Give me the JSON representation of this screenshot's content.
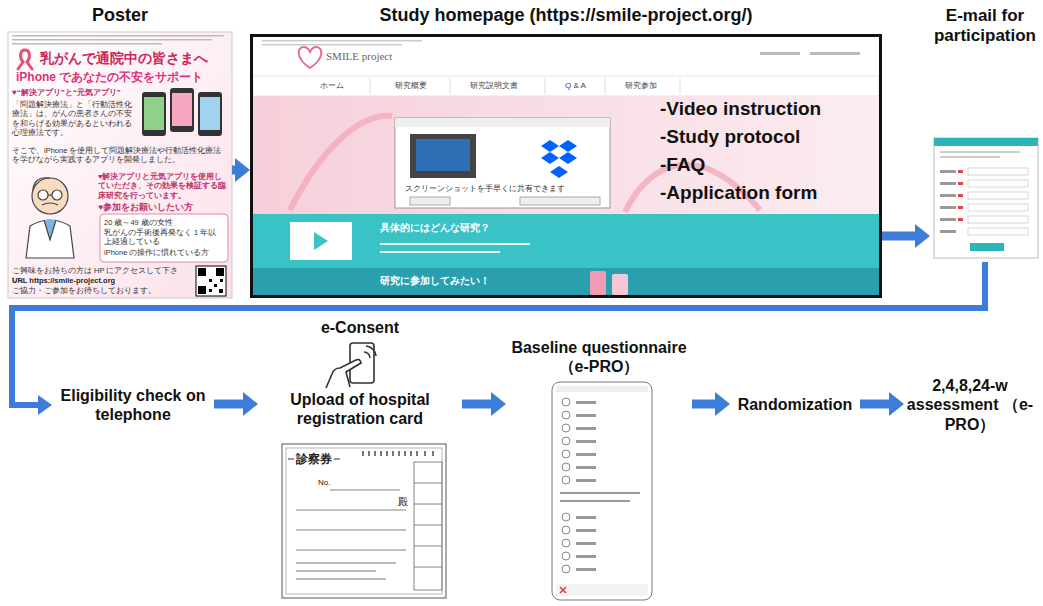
{
  "diagram": {
    "nodes": [
      {
        "text": [
          "Poster"
        ]
      },
      {
        "text": [
          "Study homepage (https://smile-project.org/)",
          "-Video instruction",
          "-Study protocol",
          "-FAQ",
          "-Application form"
        ]
      },
      {
        "text": [
          "E-mail for participation"
        ]
      },
      {
        "text": [
          "Eligibility check on telephone"
        ]
      },
      {
        "text": [
          "e-Consent",
          "Upload of hospital registration card"
        ]
      },
      {
        "text": [
          "Baseline questionnaire （e-PRO）"
        ]
      },
      {
        "text": [
          "Randomization"
        ]
      },
      {
        "text": [
          "2,4,8,24-w assessment （e-PRO）"
        ]
      }
    ],
    "edges": [
      {
        "from": 0,
        "to": 1,
        "arrow": "to"
      },
      {
        "from": 1,
        "to": 2,
        "arrow": "to"
      },
      {
        "from": 2,
        "to": 3,
        "arrow": "to"
      },
      {
        "from": 3,
        "to": 4,
        "arrow": "to"
      },
      {
        "from": 4,
        "to": 5,
        "arrow": "to"
      },
      {
        "from": 5,
        "to": 6,
        "arrow": "to"
      },
      {
        "from": 6,
        "to": 7,
        "arrow": "to"
      }
    ],
    "labels": [
      "乳がんで通院中の皆さまへ",
      "iPhone であなたの不安をサポート",
      "♥“解決アプリ”と“元気アプリ”",
      "「問題解決療法」と「行動活性化療法」は、がんの患者さんの不安を和らげる効果があるといわれる心理療法です。",
      "そこで、iPhone を使用して問題解決療法や行動活性化療法を学びながら実践するアプリを開発しました。",
      "♥解決アプリと元気アプリを使用していただき、その効果を検証する臨床研究を行っています。",
      "♥参加をお願いしたい方",
      "20 歳～49 歳の女性",
      "乳がんの手術後再発なく 1 年以上経過している",
      "iPhone の操作に慣れている方",
      "ご興味をお持ちの方は HP にアクセスして下さい。",
      "URL https://smile-project.org",
      "ご協力・ご参加をお待ちしております。",
      "SMILE project",
      "ホーム",
      "研究概要",
      "研究説明文書",
      "Q & A",
      "研究参加",
      "スクリーンショットを手早くに共有できます",
      "具体的にはどんな研究？",
      "研究に参加してみたい！",
      "診察券",
      "No.",
      "殿"
    ]
  }
}
